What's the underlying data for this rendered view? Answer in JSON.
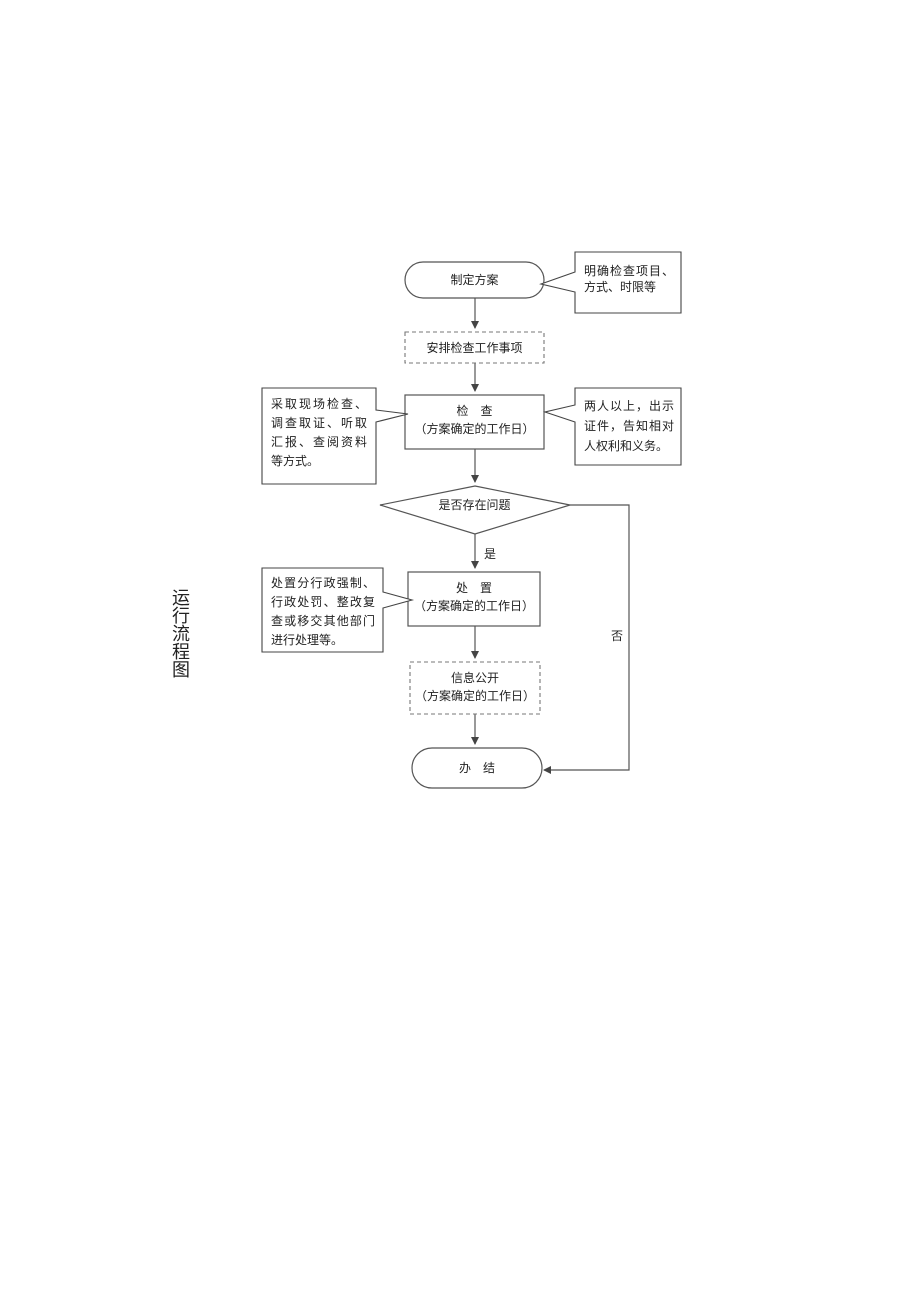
{
  "side_title": "运行流程图",
  "nodes": {
    "start": "制定方案",
    "arrange": "安排检查工作事项",
    "inspect_title": "检　查",
    "inspect_sub": "（方案确定的工作日）",
    "decision": "是否存在问题",
    "handle_title": "处　置",
    "handle_sub": "（方案确定的工作日）",
    "disclose_title": "信息公开",
    "disclose_sub": "（方案确定的工作日）",
    "end": "办　结"
  },
  "edges": {
    "yes": "是",
    "no": "否"
  },
  "notes": {
    "start_note": [
      "明确检查项目、",
      "方式、时限等"
    ],
    "inspect_left": [
      "采取现场检查、",
      "调查取证、听取",
      "汇报、查阅资料",
      "等方式。"
    ],
    "inspect_right": [
      "两人以上，出示",
      "证件，告知相对",
      "人权利和义务。"
    ],
    "handle_left": [
      "处置分行政强制、",
      "行政处罚、整改复",
      "查或移交其他部门",
      "进行处理等。"
    ]
  }
}
